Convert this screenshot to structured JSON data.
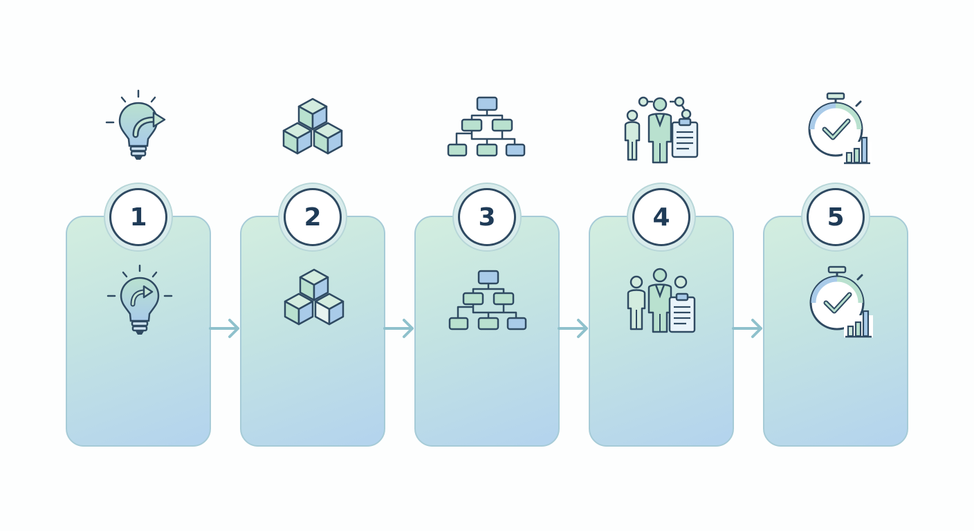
{
  "diagram": {
    "steps": [
      {
        "number": "1",
        "icon": "lightbulb-arrow-icon"
      },
      {
        "number": "2",
        "icon": "cubes-icon"
      },
      {
        "number": "3",
        "icon": "hierarchy-icon"
      },
      {
        "number": "4",
        "icon": "team-clipboard-icon"
      },
      {
        "number": "5",
        "icon": "stopwatch-chart-icon"
      }
    ],
    "colors": {
      "stroke": "#2f4a62",
      "fill_green": "#b9e1cf",
      "fill_blue": "#a9cbe9",
      "card_border": "#a6cbd7",
      "arrow": "#8fc1cc"
    }
  }
}
